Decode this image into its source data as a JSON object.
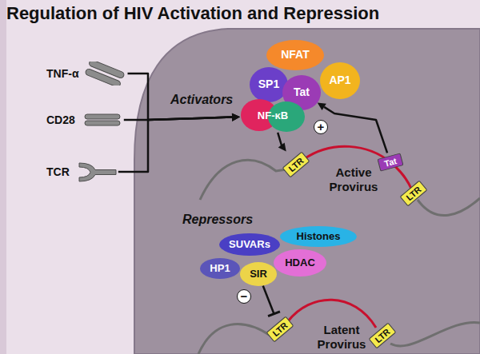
{
  "diagram": {
    "title": "Regulation of HIV Activation and Repression",
    "nodes": [
      {
        "text": [
          "TNF-α"
        ]
      },
      {
        "text": [
          "CD28"
        ]
      },
      {
        "text": [
          "TCR"
        ]
      },
      {
        "text": [
          "NFAT"
        ]
      },
      {
        "text": [
          "SP1"
        ]
      },
      {
        "text": [
          "Tat"
        ]
      },
      {
        "text": [
          "AP1"
        ]
      },
      {
        "text": [
          "NF-κB"
        ]
      },
      {
        "text": [
          "Tat"
        ]
      },
      {
        "text": [
          "LTR"
        ]
      },
      {
        "text": [
          "LTR"
        ]
      },
      {
        "text": [
          "SUVARs"
        ]
      },
      {
        "text": [
          "Histones"
        ]
      },
      {
        "text": [
          "HP1"
        ]
      },
      {
        "text": [
          "HDAC"
        ]
      },
      {
        "text": [
          "SIR"
        ]
      },
      {
        "text": [
          "LTR"
        ]
      },
      {
        "text": [
          "LTR"
        ]
      }
    ],
    "edges": [
      {
        "from": 0,
        "to": 7,
        "arrow": "to"
      },
      {
        "from": 1,
        "to": 7,
        "arrow": "to"
      },
      {
        "from": 2,
        "to": 7,
        "arrow": "to"
      },
      {
        "from": 7,
        "to": 9,
        "arrow": "to"
      },
      {
        "from": 8,
        "to": 5,
        "arrow": "to"
      },
      {
        "from": 15,
        "to": 16,
        "arrow": "to"
      }
    ],
    "labels": [
      "Activators",
      "+",
      "Active Provirus",
      "Repressors",
      "−",
      "Latent Provirus"
    ]
  }
}
